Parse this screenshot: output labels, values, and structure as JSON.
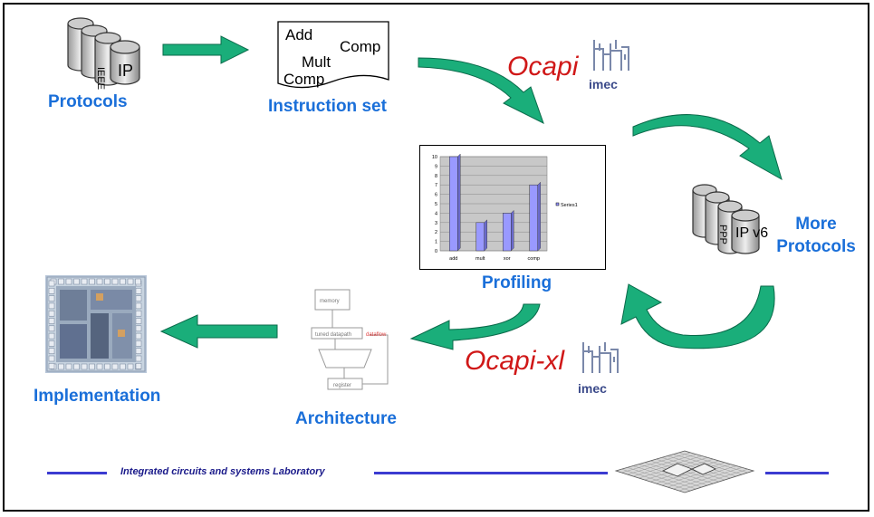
{
  "labels": {
    "protocols": "Protocols",
    "instruction_set": "Instruction set",
    "profiling": "Profiling",
    "more_protocols": "More Protocols",
    "implementation": "Implementation",
    "architecture": "Architecture"
  },
  "db_protocols": [
    "IEEE",
    "IP"
  ],
  "db_more_protocols": [
    "PPP",
    "IP v6"
  ],
  "instruction_doc": {
    "line1": "Add",
    "line2": "Comp",
    "line3": "Mult",
    "line4": "Comp"
  },
  "tools": {
    "ocapi": "Ocapi",
    "ocapi_xl": "Ocapi-xl"
  },
  "logo_text": "imec",
  "footer": {
    "text": "Integrated circuits and systems Laboratory"
  },
  "chart_data": {
    "type": "bar",
    "categories": [
      "add",
      "mult",
      "xor",
      "comp"
    ],
    "series": [
      {
        "name": "Series1",
        "values": [
          10,
          3,
          4,
          7
        ]
      }
    ],
    "ylim": [
      0,
      10
    ],
    "yticks": [
      0,
      1,
      2,
      3,
      4,
      5,
      6,
      7,
      8,
      9,
      10
    ],
    "bar_color": "#9999ff",
    "legend": "right"
  },
  "architecture_blocks": {
    "memory": "memory",
    "datapath": "tuned datapath",
    "register": "register",
    "annotation": "dataflow"
  },
  "colors": {
    "arrow": "#1aae7a",
    "label": "#1a6fd9",
    "tool": "#d01818",
    "footer_bar": "#3b3bd1"
  }
}
